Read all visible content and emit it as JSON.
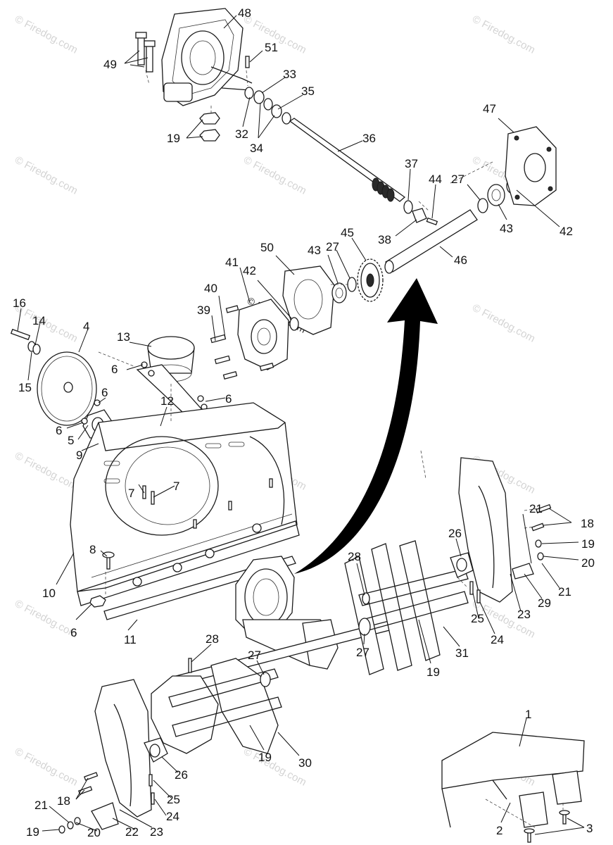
{
  "watermark": "© Firedog.com",
  "callouts": [
    "1",
    "2",
    "3",
    "4",
    "5",
    "6",
    "7",
    "8",
    "9",
    "10",
    "11",
    "12",
    "13",
    "14",
    "15",
    "16",
    "18",
    "19",
    "20",
    "21",
    "22",
    "23",
    "24",
    "25",
    "26",
    "27",
    "28",
    "29",
    "30",
    "31",
    "32",
    "33",
    "34",
    "35",
    "36",
    "37",
    "38",
    "39",
    "40",
    "41",
    "42",
    "43",
    "44",
    "45",
    "46",
    "47",
    "48",
    "49",
    "50",
    "51"
  ],
  "colors": {
    "line": "#1a1a1a",
    "arrow": "#000000",
    "watermark": "#d4d4d4"
  }
}
